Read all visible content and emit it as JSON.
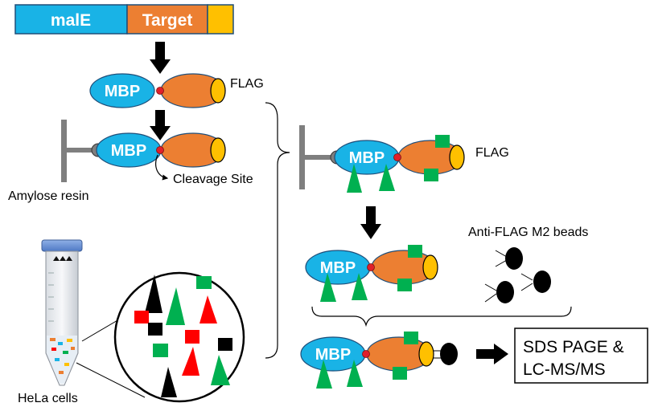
{
  "construct": {
    "segments": [
      {
        "label": "malE",
        "color": "#19b3e6"
      },
      {
        "label": "Target",
        "color": "#ec7f32"
      },
      {
        "label": "",
        "color": "#ffc000"
      }
    ]
  },
  "labels": {
    "mbp": "MBP",
    "flag_1": "FLAG",
    "flag_2": "FLAG",
    "amylose_resin": "Amylose resin",
    "cleavage_site": "Cleavage Site",
    "anti_flag_beads": "Anti-FLAG M2 beads",
    "hela_cells": "HeLa cells",
    "result_line1": "SDS PAGE &",
    "result_line2": "LC-MS/MS"
  },
  "colors": {
    "mbp": "#19b3e6",
    "target": "#ec7f32",
    "flag_tag": "#ffc000",
    "linker": "#e0202a",
    "resin": "#7f7f7f",
    "protein_green": "#00b050",
    "protein_red": "#ff0000",
    "bead": "#000000",
    "arrow": "#000000"
  },
  "icons": {
    "flow_arrow": "down-arrow-icon",
    "result_arrow": "right-arrow-icon",
    "bead": "anti-flag-bead-icon",
    "tube": "falcon-tube-icon"
  }
}
